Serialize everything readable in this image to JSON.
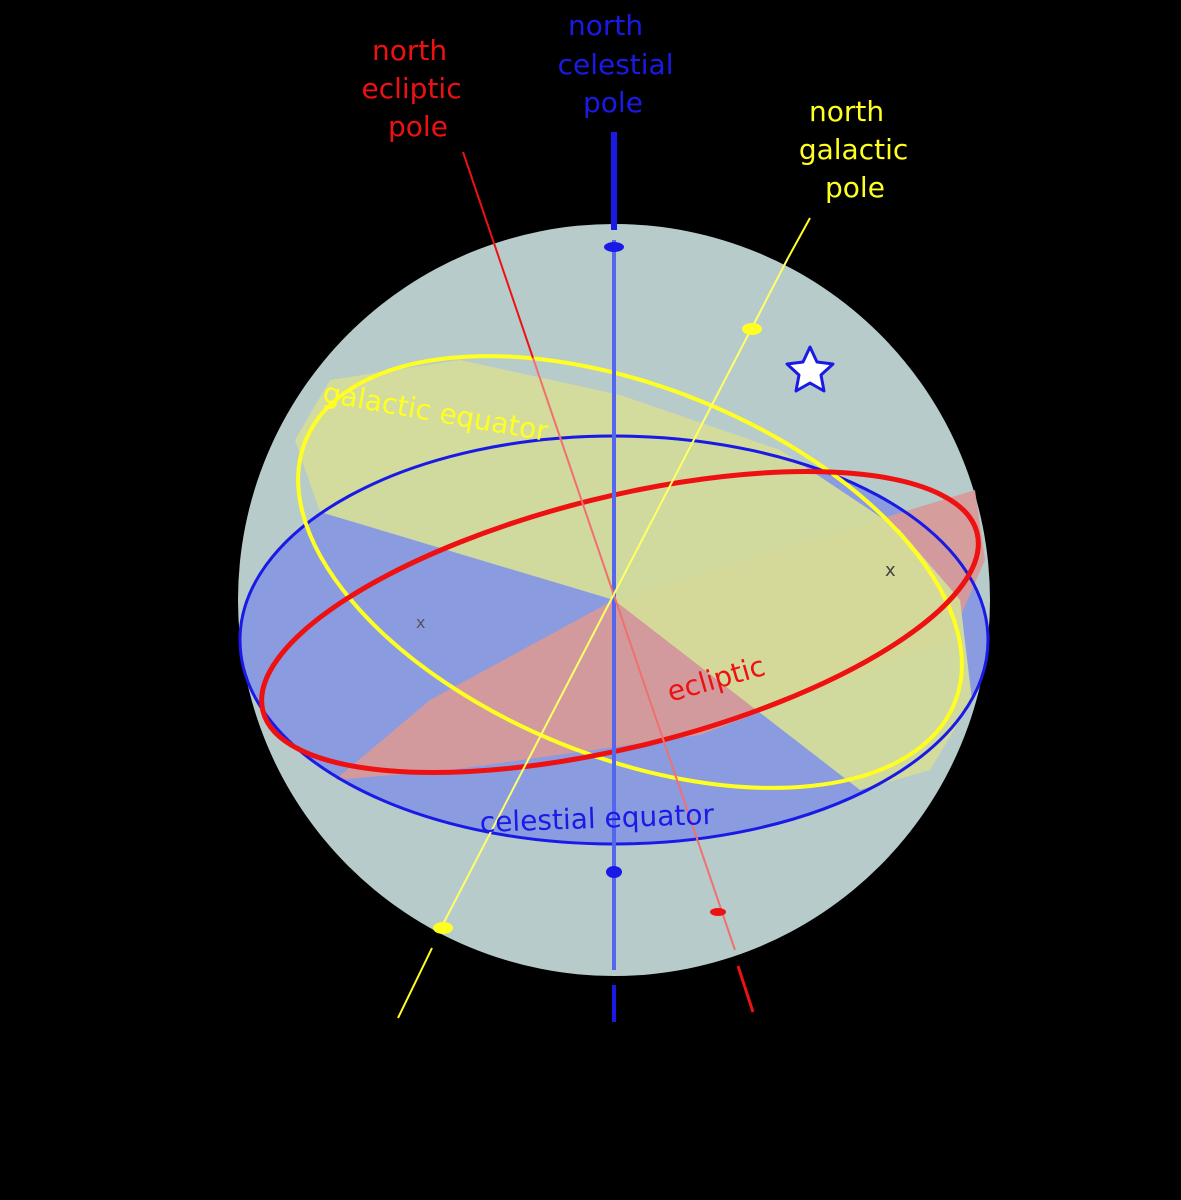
{
  "labels": {
    "north_ecliptic_pole": [
      "north",
      "ecliptic",
      "pole"
    ],
    "north_celestial_pole": [
      "north",
      "celestial",
      "pole"
    ],
    "north_galactic_pole": [
      "north",
      "galactic",
      "pole"
    ],
    "galactic_equator": "galactic equator",
    "ecliptic": "ecliptic",
    "celestial_equator": "celestial equator"
  },
  "colors": {
    "background": "#000000",
    "sphere": "#b8cbcb",
    "celestial": "#1a1ae6",
    "ecliptic": "#ee1111",
    "galactic": "#ffff22",
    "celestial_plane": "#8a9be0",
    "ecliptic_plane": "#d79a9a",
    "galactic_plane": "#d4dc9a",
    "star": "#1a1ae6"
  },
  "icons": {
    "star": "star-icon"
  }
}
